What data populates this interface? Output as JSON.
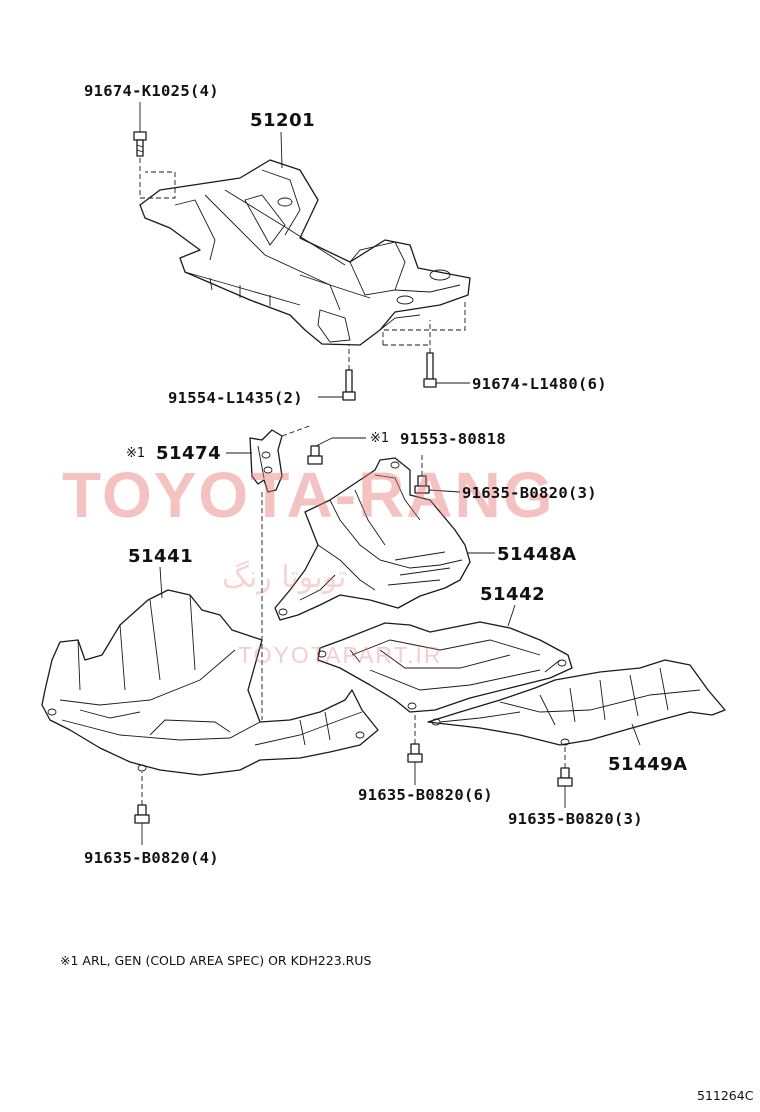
{
  "colors": {
    "watermark": "#e8706f",
    "ink": "#111111",
    "background": "#ffffff"
  },
  "watermark": {
    "brand": "TOYOTA-RANG",
    "site": "TOYOTAPART.IR",
    "persian": "تویوتا رنگ"
  },
  "parts": {
    "bolt_frame_top": "91674-K1025(4)",
    "crossmember": "51201",
    "bolt_front_left": "91554-L1435(2)",
    "bolt_rear_right": "91674-L1480(6)",
    "bracket": "51474",
    "bracket_mark": "※1",
    "bolt_bracket": "91553-80818",
    "bolt_bracket_mark": "※1",
    "bolt_cover_a": "91635-B0820(3)",
    "cover_center": "51448A",
    "cover_front": "51441",
    "cover_rear_plate": "51442",
    "cover_right": "51449A",
    "bolt_cover_front": "91635-B0820(4)",
    "bolt_cover_plate": "91635-B0820(6)",
    "bolt_cover_right": "91635-B0820(3)"
  },
  "footnote": "※1 ARL, GEN (COLD AREA SPEC) OR KDH223.RUS",
  "diagram_code": "511264C"
}
